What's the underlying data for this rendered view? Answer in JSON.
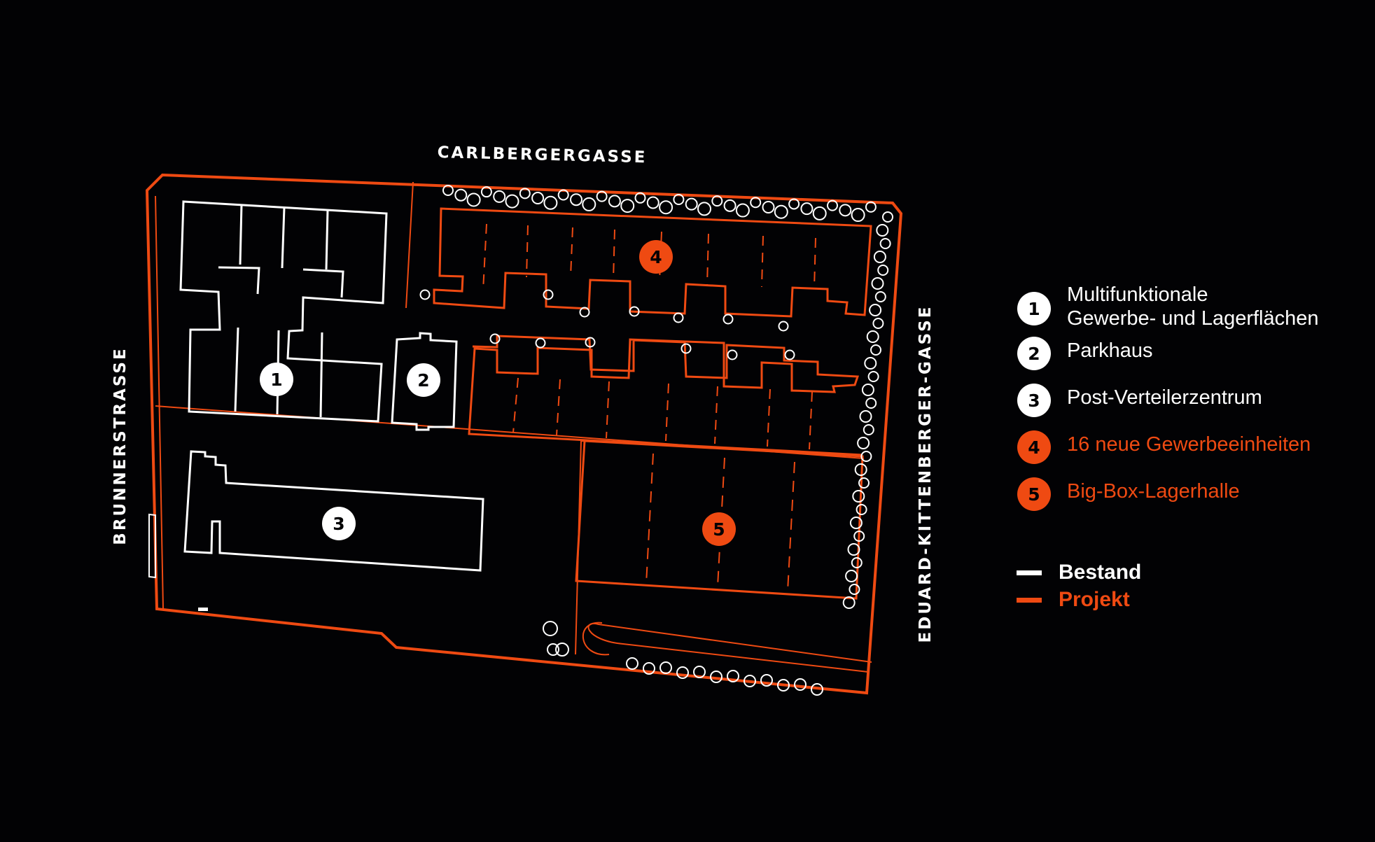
{
  "colors": {
    "background": "#020204",
    "existing": "#ffffff",
    "project": "#ef4a12"
  },
  "streets": {
    "north": "CARLBERGERGASSE",
    "west": "BRUNNERSTRASSE",
    "east": "EDUARD-KITTENBERGER-GASSE"
  },
  "legend": [
    {
      "number": "1",
      "line1": "Multifunktionale",
      "line2": "Gewerbe- und Lagerflächen",
      "kind": "existing"
    },
    {
      "number": "2",
      "line1": "Parkhaus",
      "line2": "",
      "kind": "existing"
    },
    {
      "number": "3",
      "line1": "Post-Verteilerzentrum",
      "line2": "",
      "kind": "existing"
    },
    {
      "number": "4",
      "line1": "16 neue Gewerbeeinheiten",
      "line2": "",
      "kind": "project"
    },
    {
      "number": "5",
      "line1": "Big-Box-Lagerhalle",
      "line2": "",
      "kind": "project"
    }
  ],
  "key": {
    "existing_label": "Bestand",
    "project_label": "Projekt"
  }
}
